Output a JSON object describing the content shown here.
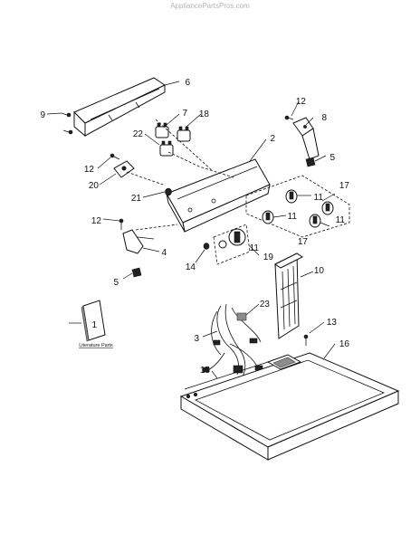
{
  "watermark": "AppliancePartsPros.com",
  "literature_label": "Literature Parts",
  "callouts": [
    "1",
    "2",
    "3",
    "4",
    "5",
    "5",
    "6",
    "7",
    "8",
    "9",
    "10",
    "11",
    "11",
    "11",
    "11",
    "12",
    "12",
    "12",
    "13",
    "14",
    "15",
    "16",
    "17",
    "17",
    "18",
    "19",
    "20",
    "21",
    "22",
    "23"
  ]
}
